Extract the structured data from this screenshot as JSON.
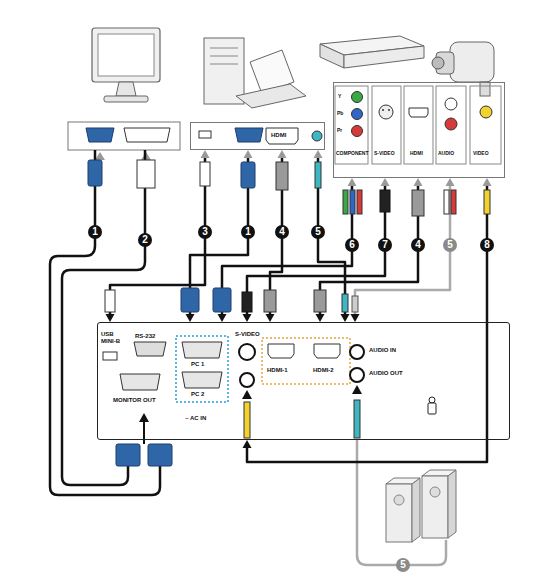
{
  "diagram": {
    "nodes": [
      {
        "text": [
          "HDMI"
        ]
      },
      {
        "text": [
          "Y",
          "Pb",
          "Pr",
          "COMPONENT",
          "S-VIDEO",
          "HDMI",
          "AUDIO",
          "VIDEO"
        ]
      },
      {
        "text": [
          "USB MINI-B",
          "RS-232",
          "PC 1",
          "PC 2",
          "MONITOR OUT",
          "S-VIDEO",
          "HDMI-1",
          "HDMI-2",
          "AUDIO IN",
          "AUDIO OUT",
          "~ AC IN"
        ]
      }
    ],
    "edges": [
      {
        "from": 0,
        "to": 2,
        "arrow": "both",
        "label": "3"
      },
      {
        "from": 0,
        "to": 2,
        "arrow": "both",
        "label": "1"
      },
      {
        "from": 0,
        "to": 2,
        "arrow": "both",
        "label": "4"
      },
      {
        "from": 0,
        "to": 2,
        "arrow": "both",
        "label": "5"
      },
      {
        "from": 1,
        "to": 2,
        "arrow": "both",
        "label": "6"
      },
      {
        "from": 1,
        "to": 2,
        "arrow": "both",
        "label": "7"
      },
      {
        "from": 1,
        "to": 2,
        "arrow": "both",
        "label": "4"
      },
      {
        "from": 1,
        "to": 2,
        "arrow": "both",
        "label": "5"
      },
      {
        "from": 1,
        "to": 2,
        "arrow": "both",
        "label": "8"
      }
    ],
    "labels": [
      "1",
      "2",
      "5"
    ]
  }
}
